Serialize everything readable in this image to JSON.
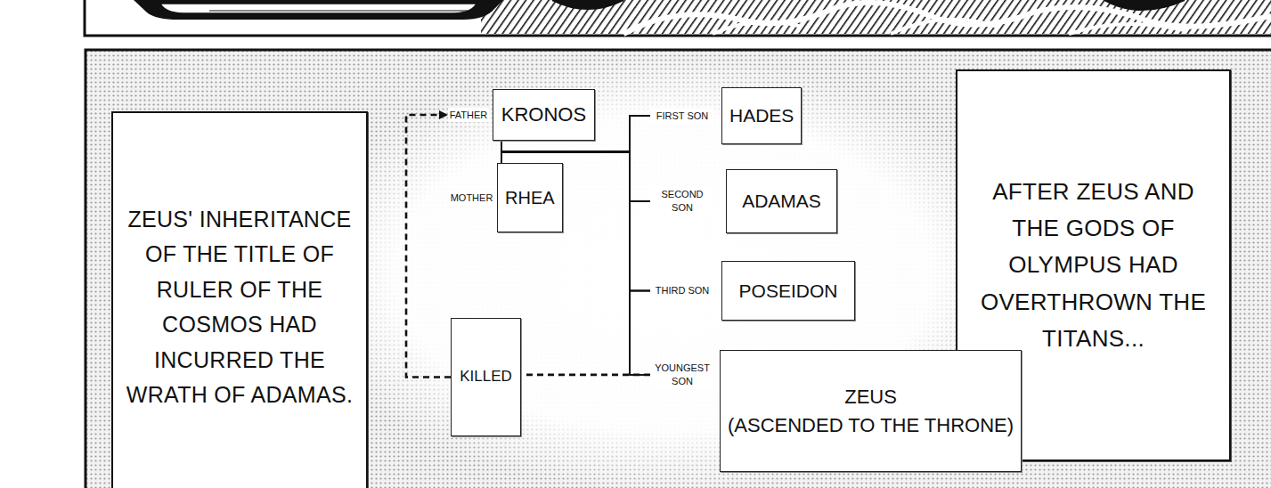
{
  "diagram": {
    "nodes": [
      {
        "text": [
          "AFTER ZEUS AND THE GODS OF OLYMPUS HAD OVERTHROWN THE TITANS..."
        ]
      },
      {
        "text": [
          "FATHER",
          "KRONOS"
        ]
      },
      {
        "text": [
          "MOTHER",
          "RHEA"
        ]
      },
      {
        "text": [
          "FIRST SON",
          "HADES"
        ]
      },
      {
        "text": [
          "SECOND SON",
          "ADAMAS"
        ]
      },
      {
        "text": [
          "THIRD SON",
          "POSEIDON"
        ]
      },
      {
        "text": [
          "YOUNGEST SON",
          "ZEUS",
          "(ASCENDED TO THE THRONE)"
        ]
      },
      {
        "text": [
          "KILLED"
        ]
      },
      {
        "text": [
          "ZEUS' INHERITANCE OF THE TITLE OF RULER OF THE COSMOS HAD INCURRED THE WRATH OF ADAMAS."
        ]
      }
    ],
    "edges": [
      {
        "from": 1,
        "to": 3,
        "arrow": "none"
      },
      {
        "from": 1,
        "to": 4,
        "arrow": "none"
      },
      {
        "from": 1,
        "to": 5,
        "arrow": "none"
      },
      {
        "from": 1,
        "to": 6,
        "arrow": "none"
      },
      {
        "from": 2,
        "to": 3,
        "arrow": "none"
      },
      {
        "from": 2,
        "to": 4,
        "arrow": "none"
      },
      {
        "from": 2,
        "to": 5,
        "arrow": "none"
      },
      {
        "from": 2,
        "to": 6,
        "arrow": "none"
      },
      {
        "from": 6,
        "to": 7,
        "arrow": "none"
      },
      {
        "from": 7,
        "to": 1,
        "arrow": "to"
      }
    ]
  }
}
